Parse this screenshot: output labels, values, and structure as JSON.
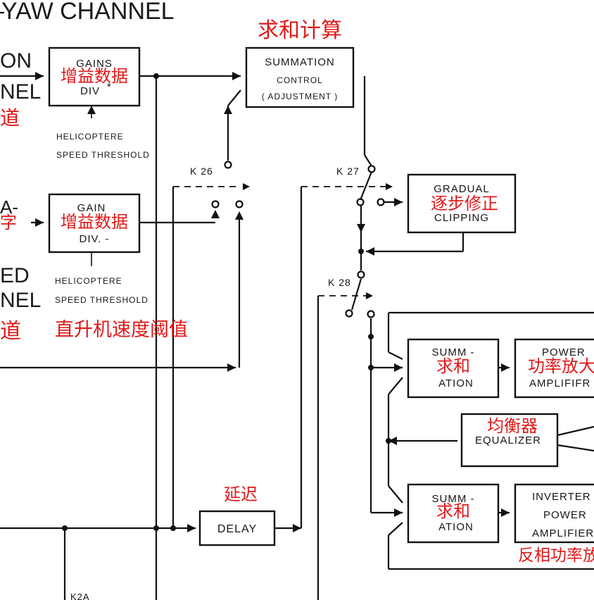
{
  "title": "YAW CHANNEL",
  "edge_labels": {
    "left_top_1": "ON",
    "left_top_2": "NEL",
    "left_top_zh": "道",
    "left_mid_1": "A-",
    "left_mid_zh": "字",
    "left_low_1": "ED",
    "left_low_2": "NEL",
    "left_low_zh": "道"
  },
  "blocks": {
    "gains_div_top": {
      "line1": "GAINS",
      "line2": "DIV",
      "marker": "*",
      "zh": "增益数据"
    },
    "gain_div_mid": {
      "line1": "GAIN",
      "line2": "DIV. -",
      "zh": "增益数据"
    },
    "summation_control": {
      "line1": "SUMMATION",
      "line2": "CONTROL",
      "line3": "( ADJUSTMENT )",
      "zh": "求和计算"
    },
    "gradual_clipping": {
      "line1": "GRADUAL",
      "line2": "CLIPPING",
      "zh": "逐步修正"
    },
    "summation_1": {
      "line1": "SUMM -",
      "line2": "ATION",
      "zh": "求和"
    },
    "power_amplifier": {
      "line1": "POWER",
      "line2": "AMPLIFIFR",
      "zh": "功率放大"
    },
    "equalizer": {
      "line1": "EQUALIZER",
      "zh": "均衡器"
    },
    "summation_2": {
      "line1": "SUMM -",
      "line2": "ATION",
      "zh": "求和"
    },
    "inverter_amplifier": {
      "line1": "INVERTER",
      "line2": "POWER",
      "line3": "AMPLIFIER",
      "zh": "反相功率放"
    },
    "delay": {
      "line1": "DELAY",
      "zh": "延迟"
    }
  },
  "notes": {
    "threshold_top_1": "HELICOPTERE",
    "threshold_top_2": "SPEED THRESHOLD",
    "threshold_mid_1": "HELICOPTERE",
    "threshold_mid_2": "SPEED THRESHOLD",
    "threshold_mid_zh": "直升机速度阈值"
  },
  "switches": {
    "k26": "K 26",
    "k27": "K 27",
    "k28": "K 28",
    "k2a": "K2A"
  }
}
